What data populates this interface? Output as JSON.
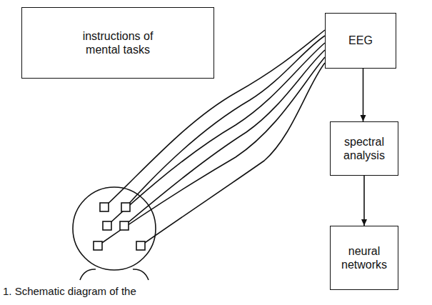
{
  "diagram": {
    "caption": "1. Schematic diagram of the",
    "nodes": [
      {
        "text": [
          "instructions of mental tasks"
        ]
      },
      {
        "text": [
          "EEG"
        ]
      },
      {
        "text": [
          "spectral analysis"
        ]
      },
      {
        "text": [
          "neural networks"
        ]
      }
    ],
    "edges": [
      {
        "from": 1,
        "to": 2,
        "arrow": "to"
      },
      {
        "from": 2,
        "to": 3,
        "arrow": "to"
      }
    ]
  }
}
